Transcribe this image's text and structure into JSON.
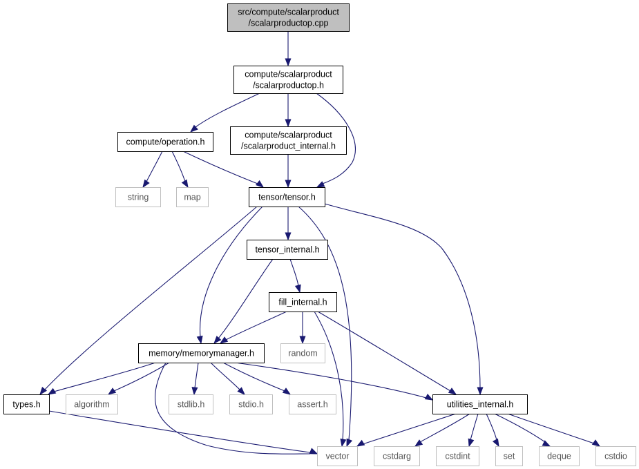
{
  "colors": {
    "edge": "#191970",
    "root_fill": "#bfbfbf",
    "documented_border": "#000000",
    "external_border": "#bfbfbf"
  },
  "nodes": [
    {
      "id": "root",
      "kind": "root",
      "lines": [
        "src/compute/scalarproduct",
        "/scalarproductop.cpp"
      ]
    },
    {
      "id": "sp_op_h",
      "kind": "documented",
      "lines": [
        "compute/scalarproduct",
        "/scalarproductop.h"
      ]
    },
    {
      "id": "operation_h",
      "kind": "documented",
      "lines": [
        "compute/operation.h"
      ]
    },
    {
      "id": "sp_internal_h",
      "kind": "documented",
      "lines": [
        "compute/scalarproduct",
        "/scalarproduct_internal.h"
      ]
    },
    {
      "id": "string",
      "kind": "external",
      "lines": [
        "string"
      ]
    },
    {
      "id": "map",
      "kind": "external",
      "lines": [
        "map"
      ]
    },
    {
      "id": "tensor_h",
      "kind": "documented",
      "lines": [
        "tensor/tensor.h"
      ]
    },
    {
      "id": "tensor_internal_h",
      "kind": "documented",
      "lines": [
        "tensor_internal.h"
      ]
    },
    {
      "id": "fill_internal_h",
      "kind": "documented",
      "lines": [
        "fill_internal.h"
      ]
    },
    {
      "id": "memorymanager_h",
      "kind": "documented",
      "lines": [
        "memory/memorymanager.h"
      ]
    },
    {
      "id": "random",
      "kind": "external",
      "lines": [
        "random"
      ]
    },
    {
      "id": "types_h",
      "kind": "documented",
      "lines": [
        "types.h"
      ]
    },
    {
      "id": "algorithm",
      "kind": "external",
      "lines": [
        "algorithm"
      ]
    },
    {
      "id": "stdlib_h",
      "kind": "external",
      "lines": [
        "stdlib.h"
      ]
    },
    {
      "id": "stdio_h",
      "kind": "external",
      "lines": [
        "stdio.h"
      ]
    },
    {
      "id": "assert_h",
      "kind": "external",
      "lines": [
        "assert.h"
      ]
    },
    {
      "id": "utilities_internal_h",
      "kind": "documented",
      "lines": [
        "utilities_internal.h"
      ]
    },
    {
      "id": "vector",
      "kind": "external",
      "lines": [
        "vector"
      ]
    },
    {
      "id": "cstdarg",
      "kind": "external",
      "lines": [
        "cstdarg"
      ]
    },
    {
      "id": "cstdint",
      "kind": "external",
      "lines": [
        "cstdint"
      ]
    },
    {
      "id": "set",
      "kind": "external",
      "lines": [
        "set"
      ]
    },
    {
      "id": "deque",
      "kind": "external",
      "lines": [
        "deque"
      ]
    },
    {
      "id": "cstdio",
      "kind": "external",
      "lines": [
        "cstdio"
      ]
    }
  ],
  "edges": [
    {
      "from": "root",
      "to": "sp_op_h"
    },
    {
      "from": "sp_op_h",
      "to": "operation_h"
    },
    {
      "from": "sp_op_h",
      "to": "sp_internal_h"
    },
    {
      "from": "sp_op_h",
      "to": "tensor_h"
    },
    {
      "from": "operation_h",
      "to": "string"
    },
    {
      "from": "operation_h",
      "to": "map"
    },
    {
      "from": "operation_h",
      "to": "tensor_h"
    },
    {
      "from": "sp_internal_h",
      "to": "tensor_h"
    },
    {
      "from": "tensor_h",
      "to": "tensor_internal_h"
    },
    {
      "from": "tensor_h",
      "to": "types_h"
    },
    {
      "from": "tensor_h",
      "to": "memorymanager_h"
    },
    {
      "from": "tensor_h",
      "to": "vector"
    },
    {
      "from": "tensor_h",
      "to": "utilities_internal_h"
    },
    {
      "from": "tensor_internal_h",
      "to": "fill_internal_h"
    },
    {
      "from": "tensor_internal_h",
      "to": "memorymanager_h"
    },
    {
      "from": "fill_internal_h",
      "to": "memorymanager_h"
    },
    {
      "from": "fill_internal_h",
      "to": "random"
    },
    {
      "from": "fill_internal_h",
      "to": "vector"
    },
    {
      "from": "fill_internal_h",
      "to": "utilities_internal_h"
    },
    {
      "from": "memorymanager_h",
      "to": "types_h"
    },
    {
      "from": "memorymanager_h",
      "to": "algorithm"
    },
    {
      "from": "memorymanager_h",
      "to": "stdlib_h"
    },
    {
      "from": "memorymanager_h",
      "to": "stdio_h"
    },
    {
      "from": "memorymanager_h",
      "to": "assert_h"
    },
    {
      "from": "memorymanager_h",
      "to": "vector"
    },
    {
      "from": "memorymanager_h",
      "to": "utilities_internal_h"
    },
    {
      "from": "types_h",
      "to": "vector"
    },
    {
      "from": "utilities_internal_h",
      "to": "vector"
    },
    {
      "from": "utilities_internal_h",
      "to": "cstdarg"
    },
    {
      "from": "utilities_internal_h",
      "to": "cstdint"
    },
    {
      "from": "utilities_internal_h",
      "to": "set"
    },
    {
      "from": "utilities_internal_h",
      "to": "deque"
    },
    {
      "from": "utilities_internal_h",
      "to": "cstdio"
    }
  ]
}
